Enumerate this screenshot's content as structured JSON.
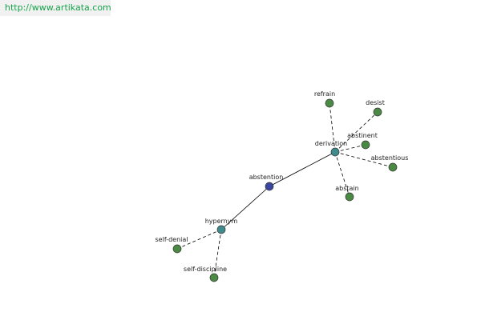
{
  "watermark": {
    "url": "http://www.artikata.com"
  },
  "graph": {
    "colors": {
      "root": "#3b46a0",
      "relation": "#3f8a8a",
      "leaf": "#4a8a44",
      "link": "#16a34a"
    },
    "nodes": [
      {
        "id": "abstention",
        "label": "abstention",
        "kind": "root"
      },
      {
        "id": "derivation",
        "label": "derivation",
        "kind": "relation"
      },
      {
        "id": "hypernym",
        "label": "hypernym",
        "kind": "relation"
      },
      {
        "id": "refrain",
        "label": "refrain",
        "kind": "leaf"
      },
      {
        "id": "desist",
        "label": "desist",
        "kind": "leaf"
      },
      {
        "id": "abstinent",
        "label": "abstinent",
        "kind": "leaf"
      },
      {
        "id": "abstentious",
        "label": "abstentious",
        "kind": "leaf"
      },
      {
        "id": "abstain",
        "label": "abstain",
        "kind": "leaf"
      },
      {
        "id": "self-denial",
        "label": "self-denial",
        "kind": "leaf"
      },
      {
        "id": "self-discipline",
        "label": "self-discipline",
        "kind": "leaf"
      }
    ],
    "edges": [
      {
        "from": "abstention",
        "to": "derivation",
        "style": "solid"
      },
      {
        "from": "abstention",
        "to": "hypernym",
        "style": "solid"
      },
      {
        "from": "derivation",
        "to": "refrain",
        "style": "dashed"
      },
      {
        "from": "derivation",
        "to": "desist",
        "style": "dashed"
      },
      {
        "from": "derivation",
        "to": "abstinent",
        "style": "dashed"
      },
      {
        "from": "derivation",
        "to": "abstentious",
        "style": "dashed"
      },
      {
        "from": "derivation",
        "to": "abstain",
        "style": "dashed"
      },
      {
        "from": "hypernym",
        "to": "self-denial",
        "style": "dashed"
      },
      {
        "from": "hypernym",
        "to": "self-discipline",
        "style": "dashed"
      }
    ]
  }
}
